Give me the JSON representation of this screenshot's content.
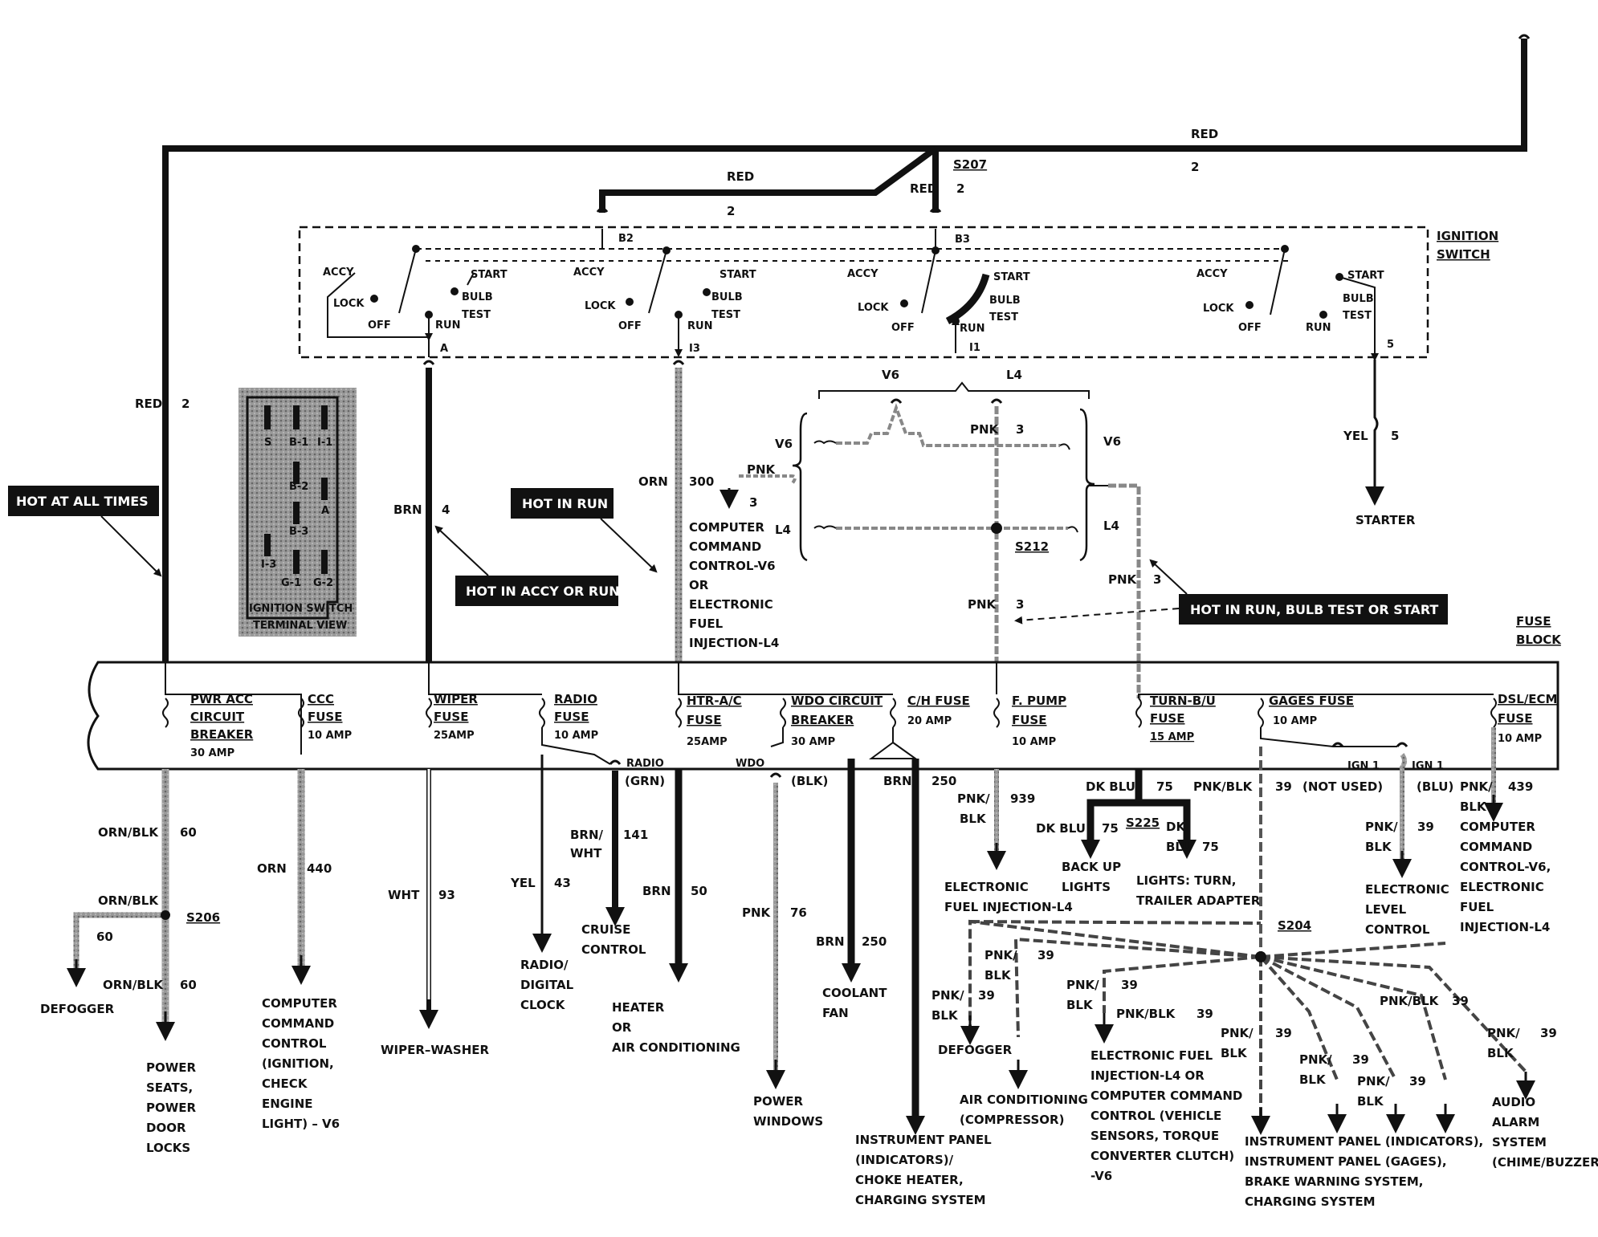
{
  "header": {
    "ignition_switch": [
      "IGNITION",
      "SWITCH"
    ],
    "fuse_block": [
      "FUSE",
      "BLOCK"
    ]
  },
  "callouts": {
    "hot_at_all_times": "HOT AT ALL TIMES",
    "hot_in_run": "HOT IN RUN",
    "hot_in_accy_or_run": "HOT IN ACCY OR RUN",
    "hot_in_run_bulb_test_start": "HOT IN RUN,  BULB TEST OR START"
  },
  "wires": {
    "red": "RED",
    "num2": "2",
    "s207": "S207",
    "b2": "B2",
    "b3": "B3",
    "term_a": "A",
    "term_i3": "I3",
    "term_i1": "I1",
    "term_5": "5",
    "red_left": "RED",
    "brn": "BRN",
    "brn_num": "4",
    "orn": "ORN",
    "orn_num": "300",
    "yel": "YEL",
    "yel_num": "5",
    "starter": "STARTER",
    "v6": "V6",
    "l4": "L4",
    "pnk": "PNK",
    "num3": "3",
    "s212": "S212",
    "ccc_text": [
      "COMPUTER",
      "COMMAND",
      "CONTROL-V6",
      "OR",
      "ELECTRONIC",
      "FUEL",
      "INJECTION-L4"
    ]
  },
  "switch": {
    "accy": "ACCY",
    "lock": "LOCK",
    "off": "OFF",
    "run": "RUN",
    "start": "START",
    "bulb": "BULB",
    "test": "TEST"
  },
  "terminal_view": {
    "pins": [
      "S",
      "B-1",
      "I-1",
      "B-2",
      "A",
      "B-3",
      "I-3",
      "G-1",
      "G-2"
    ],
    "caption": [
      "IGNITION SWITCH",
      "TERMINAL VIEW"
    ]
  },
  "fuses": {
    "pwr_acc": [
      "PWR ACC",
      "CIRCUIT",
      "BREAKER"
    ],
    "pwr_acc_amp": "30 AMP",
    "ccc": [
      "CCC",
      "FUSE"
    ],
    "ccc_amp": "10 AMP",
    "wiper": [
      "WIPER",
      "FUSE"
    ],
    "wiper_amp": "25AMP",
    "radio": [
      "RADIO",
      "FUSE"
    ],
    "radio_amp": "10 AMP",
    "htr": [
      "HTR-A/C",
      "FUSE"
    ],
    "htr_amp": "25AMP",
    "wdo": [
      "WDO CIRCUIT",
      "BREAKER"
    ],
    "wdo_amp": "30 AMP",
    "ch": "C/H FUSE",
    "ch_amp": "20 AMP",
    "fpump": [
      "F. PUMP",
      "FUSE"
    ],
    "fpump_amp": "10 AMP",
    "turn": [
      "TURN-B/U",
      "FUSE"
    ],
    "turn_amp": "15 AMP",
    "gages": "GAGES FUSE",
    "gages_amp": "10 AMP",
    "dsl": [
      "DSL/ECM",
      "FUSE"
    ],
    "dsl_amp": "10 AMP"
  },
  "loads": {
    "orn_blk": "ORN/BLK",
    "n60": "60",
    "s206": "S206",
    "defogger": "DEFOGGER",
    "power_seats": [
      "POWER",
      "SEATS,",
      "POWER",
      "DOOR",
      "LOCKS"
    ],
    "orn440": [
      "ORN",
      "440"
    ],
    "ccc_ign": [
      "COMPUTER",
      "COMMAND",
      "CONTROL",
      "(IGNITION,",
      "CHECK",
      "ENGINE",
      "LIGHT) – V6"
    ],
    "wht93": [
      "WHT",
      "93"
    ],
    "wiper_washer": "WIPER–WASHER",
    "yel43": [
      "YEL",
      "43"
    ],
    "radio_clock": [
      "RADIO/",
      "DIGITAL",
      "CLOCK"
    ],
    "radio_grn": [
      "RADIO",
      "(GRN)"
    ],
    "brn_wht": [
      "BRN/",
      "WHT",
      "141"
    ],
    "cruise": [
      "CRUISE",
      "CONTROL"
    ],
    "brn50": [
      "BRN",
      "50"
    ],
    "heater": [
      "HEATER",
      "OR",
      "AIR CONDITIONING"
    ],
    "wdo_blk": [
      "WDO",
      "(BLK)"
    ],
    "pnk76": [
      "PNK",
      "76"
    ],
    "power_windows": [
      "POWER",
      "WINDOWS"
    ],
    "brn250a": [
      "BRN",
      "250"
    ],
    "coolant": [
      "COOLANT",
      "FAN"
    ],
    "brn250b": [
      "BRN",
      "250"
    ],
    "instr_choke": [
      "INSTRUMENT PANEL",
      "(INDICATORS)/",
      "CHOKE HEATER,",
      "CHARGING SYSTEM"
    ],
    "pnk_blk939": [
      "PNK/",
      "BLK",
      "939"
    ],
    "efi_l4": [
      "ELECTRONIC",
      "FUEL INJECTION-L4"
    ],
    "dk_blu75": [
      "DK BLU",
      "75"
    ],
    "dk_blu_left": [
      "DK BLU",
      "75"
    ],
    "s225": "S225",
    "dk_blu_right": [
      "DK",
      "BLU",
      "75"
    ],
    "backup": [
      "BACK UP",
      "LIGHTS"
    ],
    "lights_turn": [
      "LIGHTS: TURN,",
      "TRAILER ADAPTER"
    ],
    "pnk_blk39": [
      "PNK/BLK",
      "39"
    ],
    "not_used": [
      "IGN 1",
      "(NOT USED)"
    ],
    "ign1_blu": [
      "IGN 1",
      "(BLU)"
    ],
    "pnk_blk439": [
      "PNK/",
      "BLK",
      "439"
    ],
    "pnk_blk39b": [
      "PNK/",
      "BLK",
      "39"
    ],
    "elc": [
      "ELECTRONIC",
      "LEVEL",
      "CONTROL"
    ],
    "ccc_efi": [
      "COMPUTER",
      "COMMAND",
      "CONTROL-V6,",
      "ELECTRONIC",
      "FUEL",
      "INJECTION-L4"
    ],
    "s204": "S204",
    "defogger2": "DEFOGGER",
    "air_cond": [
      "AIR CONDITIONING",
      "(COMPRESSOR)"
    ],
    "efi_ccc": [
      "ELECTRONIC FUEL",
      "INJECTION-L4 OR",
      "COMPUTER COMMAND",
      "CONTROL (VEHICLE",
      "SENSORS, TORQUE",
      "CONVERTER CLUTCH)",
      "-V6"
    ],
    "instr_gages": [
      "INSTRUMENT PANEL (INDICATORS),",
      "INSTRUMENT PANEL (GAGES),",
      "BRAKE WARNING SYSTEM,",
      "CHARGING SYSTEM"
    ],
    "audio_alarm": [
      "AUDIO",
      "ALARM",
      "SYSTEM",
      "(CHIME/BUZZER)"
    ],
    "pnk_label": "PNK/",
    "blk_label": "BLK",
    "n39": "39",
    "pnk_blk_inline": "PNK/BLK"
  }
}
